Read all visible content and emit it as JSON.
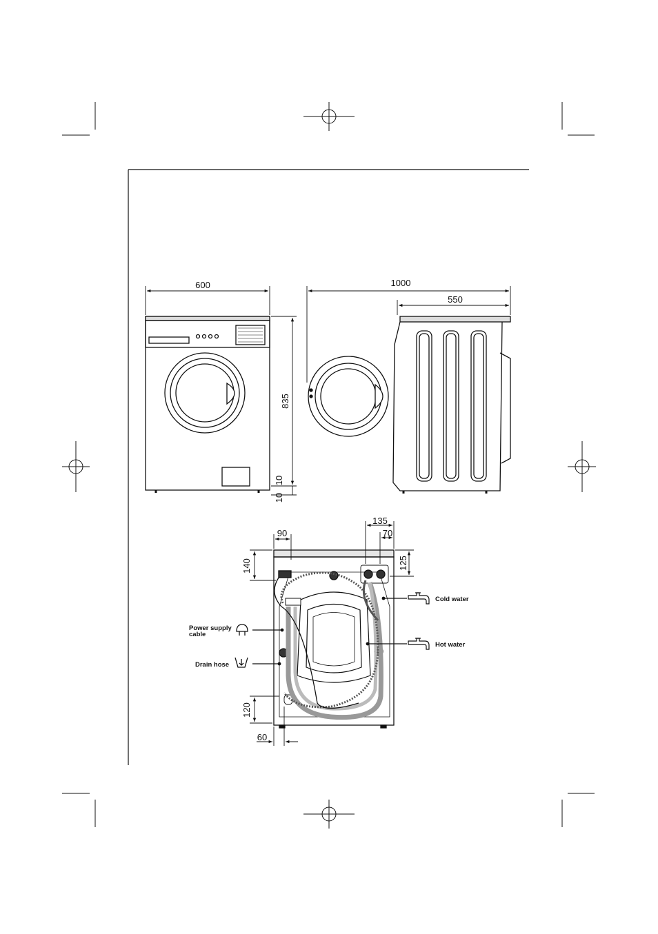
{
  "dimensions": {
    "width": "600",
    "depth_door_open": "1000",
    "depth": "550",
    "height": "835",
    "foot_adjust_top": "10",
    "foot_adjust_bottom": "10",
    "rear_left_offset": "90",
    "rear_right_outer": "135",
    "rear_right_inner": "70",
    "rear_top_left": "140",
    "rear_top_right": "125",
    "rear_bottom_left": "120",
    "rear_bottom_offset": "60"
  },
  "labels": {
    "cold_water": "Cold water",
    "hot_water": "Hot water",
    "power_supply_line1": "Power supply",
    "power_supply_line2": "cable",
    "drain_hose": "Drain hose"
  },
  "icons": [
    "tap-icon",
    "plug-icon",
    "drain-icon",
    "registration-mark-icon"
  ]
}
